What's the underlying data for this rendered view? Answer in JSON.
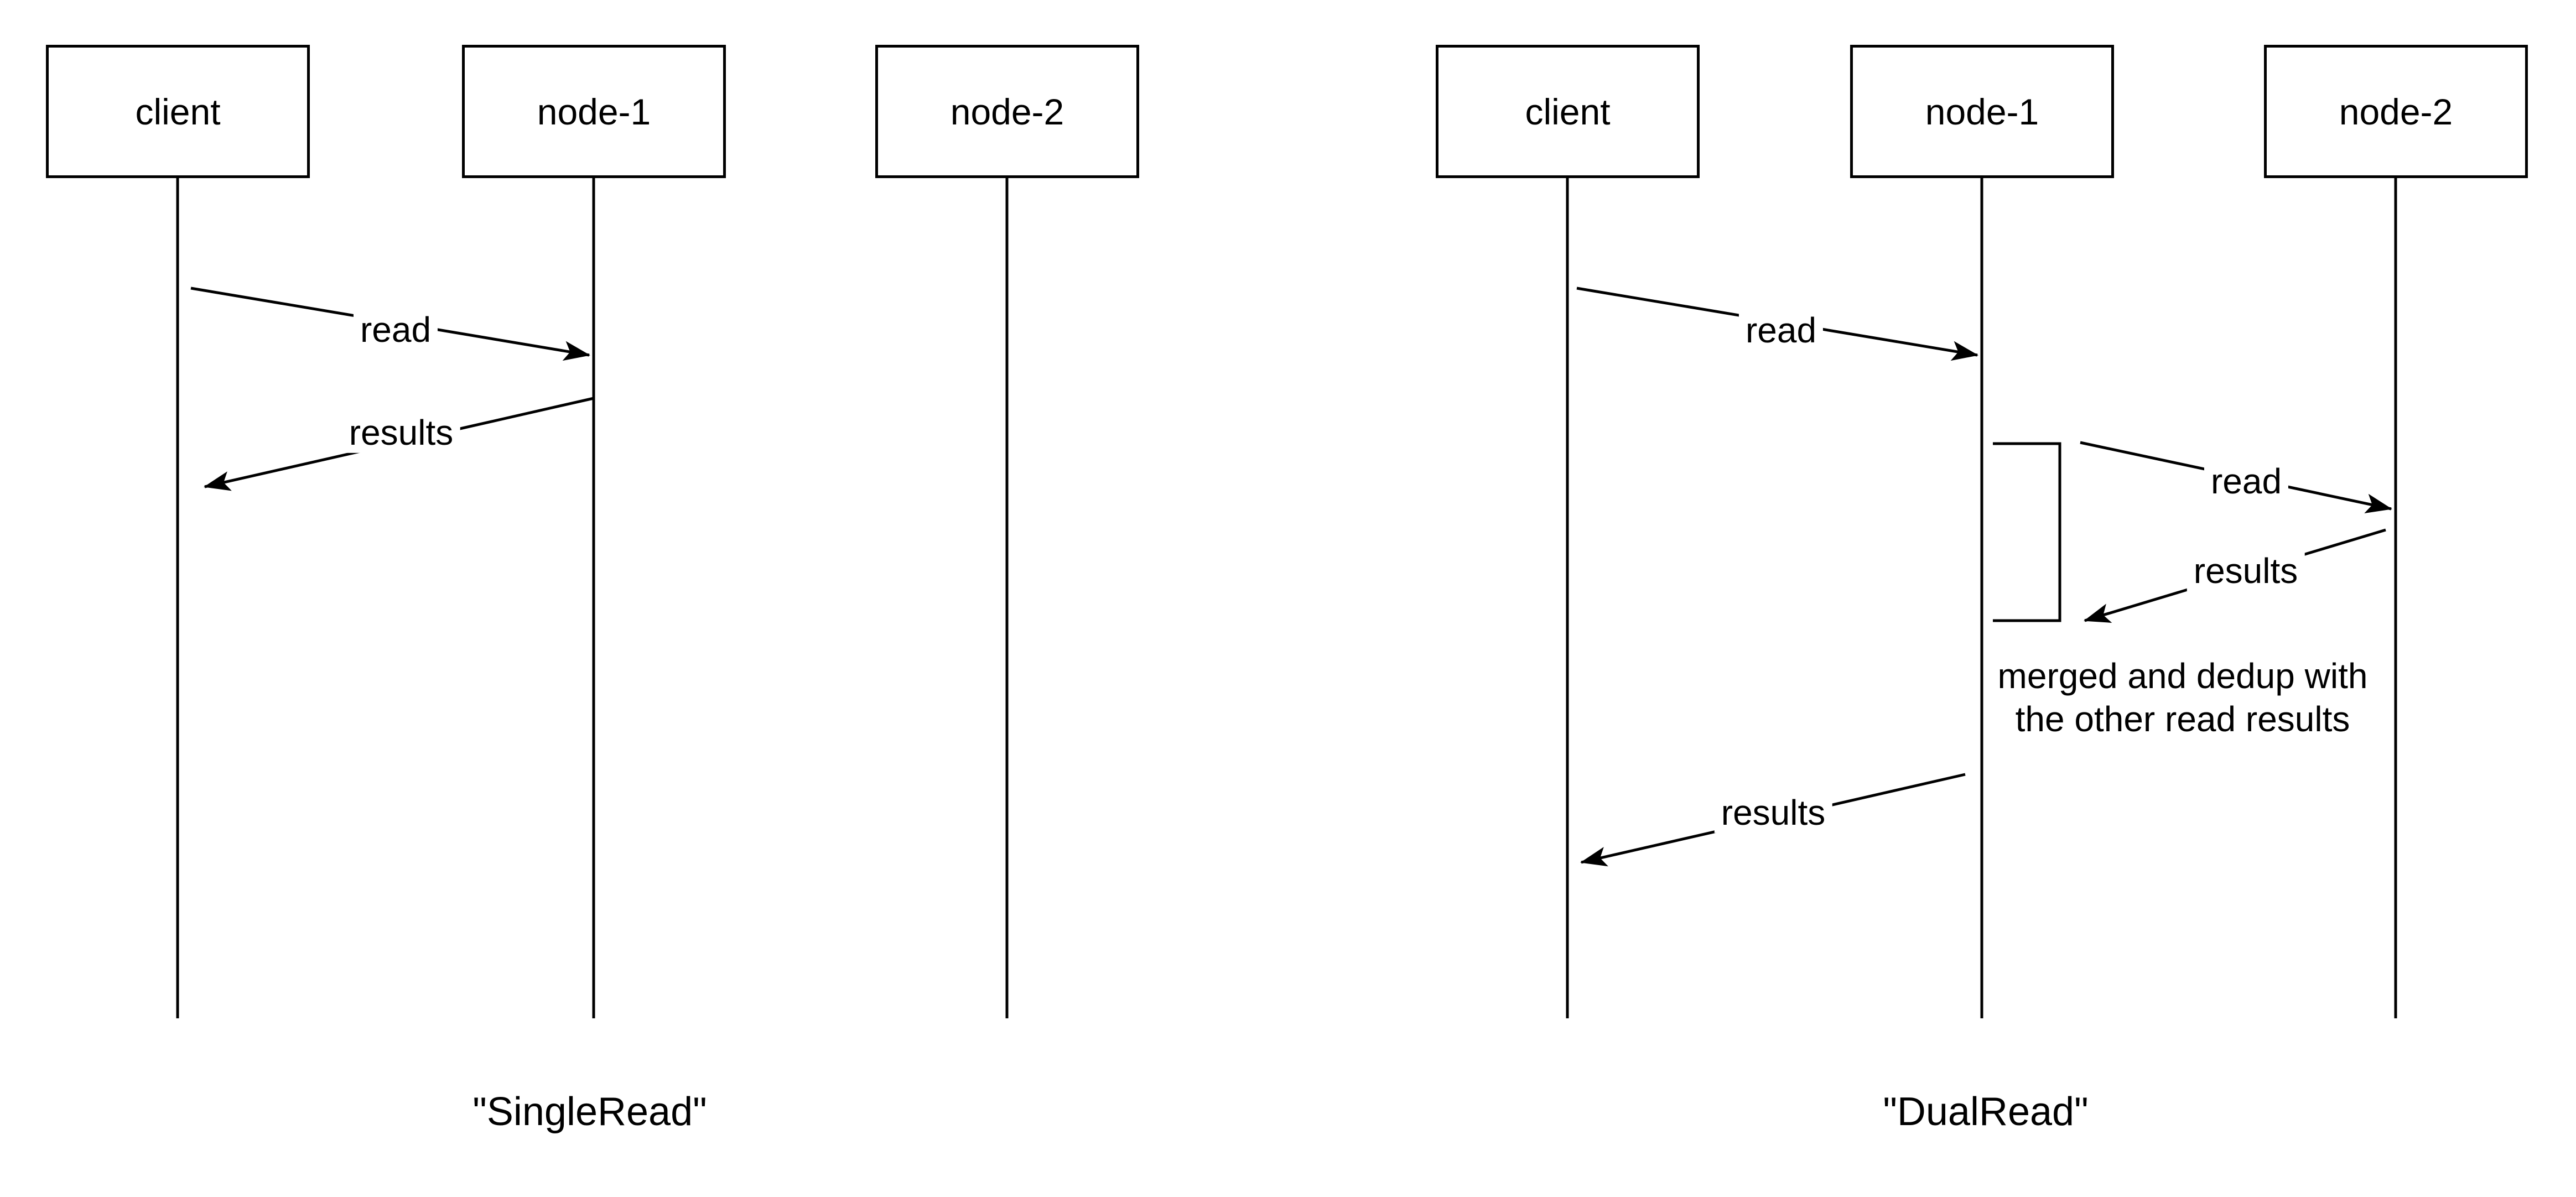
{
  "colors": {
    "ink": "#000000",
    "background": "#ffffff"
  },
  "diagrams": {
    "single": {
      "caption": "\"SingleRead\"",
      "actors": {
        "client": "client",
        "node1": "node-1",
        "node2": "node-2"
      },
      "messages": {
        "read": "read",
        "results": "results"
      }
    },
    "dual": {
      "caption": "\"DualRead\"",
      "actors": {
        "client": "client",
        "node1": "node-1",
        "node2": "node-2"
      },
      "messages": {
        "client_read": "read",
        "node_read": "read",
        "node_results": "results",
        "client_results": "results"
      },
      "note_line1": "merged and dedup with",
      "note_line2": "the other read results"
    }
  }
}
